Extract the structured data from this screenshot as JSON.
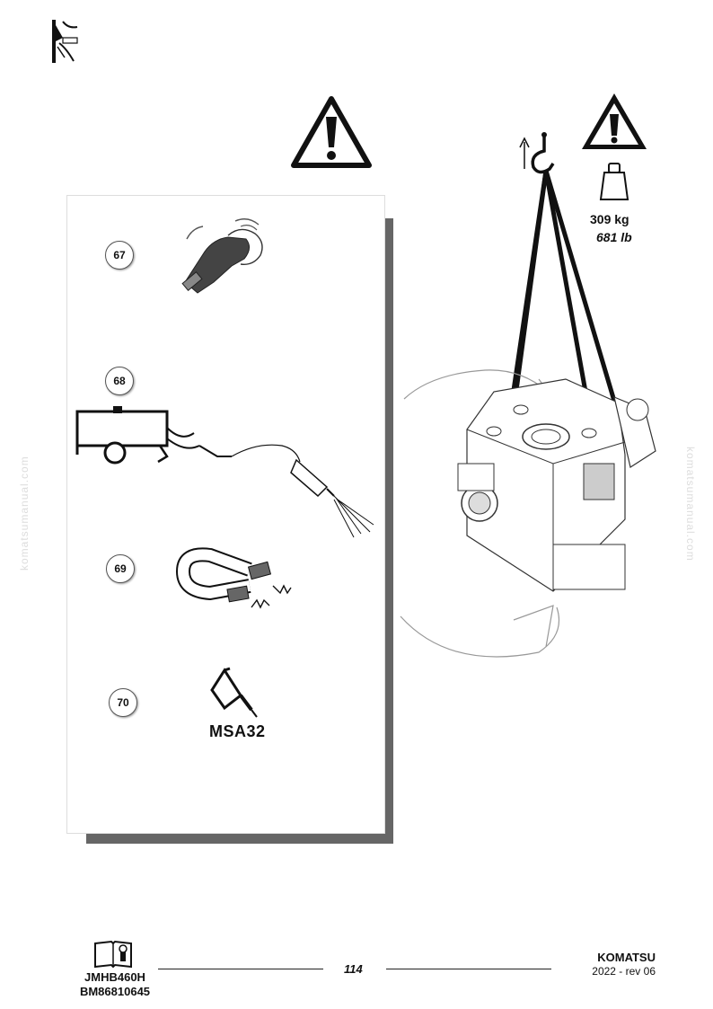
{
  "steps": [
    {
      "number": "67",
      "icon": "cleaning-cloth-glove-icon"
    },
    {
      "number": "68",
      "icon": "pressure-washer-icon"
    },
    {
      "number": "69",
      "icon": "magnet-icon"
    },
    {
      "number": "70",
      "icon": "sealant-tube-icon",
      "product": "MSA32"
    }
  ],
  "lift": {
    "weight_kg": "309 kg",
    "weight_lb": "681 lb",
    "icon": "weight-icon"
  },
  "watermark": "komatsumanual.com",
  "footer": {
    "code1": "JMHB460H",
    "code2": "BM86810645",
    "page": "114",
    "brand": "KOMATSU",
    "revision": "2022 -  rev 06"
  },
  "colors": {
    "line": "#111111",
    "shadow": "#666666"
  }
}
